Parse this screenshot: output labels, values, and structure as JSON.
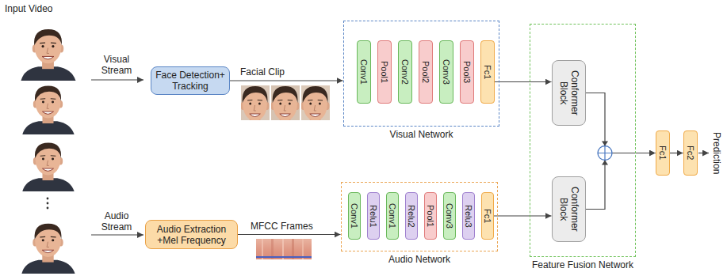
{
  "diagram": {
    "nodes": [
      {
        "text": [
          "Face Detection+ Tracking"
        ]
      },
      {
        "text": [
          "Visual Network"
        ]
      },
      {
        "text": [
          "Conv1"
        ],
        "in": 1
      },
      {
        "text": [
          "Pool1"
        ],
        "in": 1
      },
      {
        "text": [
          "Conv2"
        ],
        "in": 1
      },
      {
        "text": [
          "Pool2"
        ],
        "in": 1
      },
      {
        "text": [
          "Conv3"
        ],
        "in": 1
      },
      {
        "text": [
          "Pool3"
        ],
        "in": 1
      },
      {
        "text": [
          "Fc1"
        ],
        "in": 1
      },
      {
        "text": [
          "Audio Extraction +Mel Frequency"
        ]
      },
      {
        "text": [
          "Audio Network"
        ]
      },
      {
        "text": [
          "Conv1"
        ],
        "in": 10
      },
      {
        "text": [
          "Relu1"
        ],
        "in": 10
      },
      {
        "text": [
          "Conv1"
        ],
        "in": 10
      },
      {
        "text": [
          "Relu2"
        ],
        "in": 10
      },
      {
        "text": [
          "Pool1"
        ],
        "in": 10
      },
      {
        "text": [
          "Conv3"
        ],
        "in": 10
      },
      {
        "text": [
          "Relu3"
        ],
        "in": 10
      },
      {
        "text": [
          "Fc1"
        ],
        "in": 10
      },
      {
        "text": [
          "Feature Fusion Network"
        ]
      },
      {
        "text": [
          "Conformer Block"
        ],
        "in": 19
      },
      {
        "text": [
          "Conformer Block"
        ],
        "in": 19
      },
      {
        "text": [
          "Fc1"
        ]
      },
      {
        "text": [
          "Fc2"
        ]
      }
    ],
    "edges": [
      {
        "from": 0,
        "to": 1,
        "arrow": "to"
      },
      {
        "from": 8,
        "to": 20,
        "arrow": "to"
      },
      {
        "from": 9,
        "to": 10,
        "arrow": "to"
      },
      {
        "from": 18,
        "to": 21,
        "arrow": "to"
      },
      {
        "from": 20,
        "to": 22,
        "arrow": "to"
      },
      {
        "from": 21,
        "to": 22,
        "arrow": "to"
      },
      {
        "from": 22,
        "to": 23,
        "arrow": "to"
      }
    ],
    "labels": [
      "Input Video",
      "Visual Stream",
      "Facial Clip",
      "Audio Stream",
      "MFCC Frames",
      "Prediction"
    ]
  }
}
